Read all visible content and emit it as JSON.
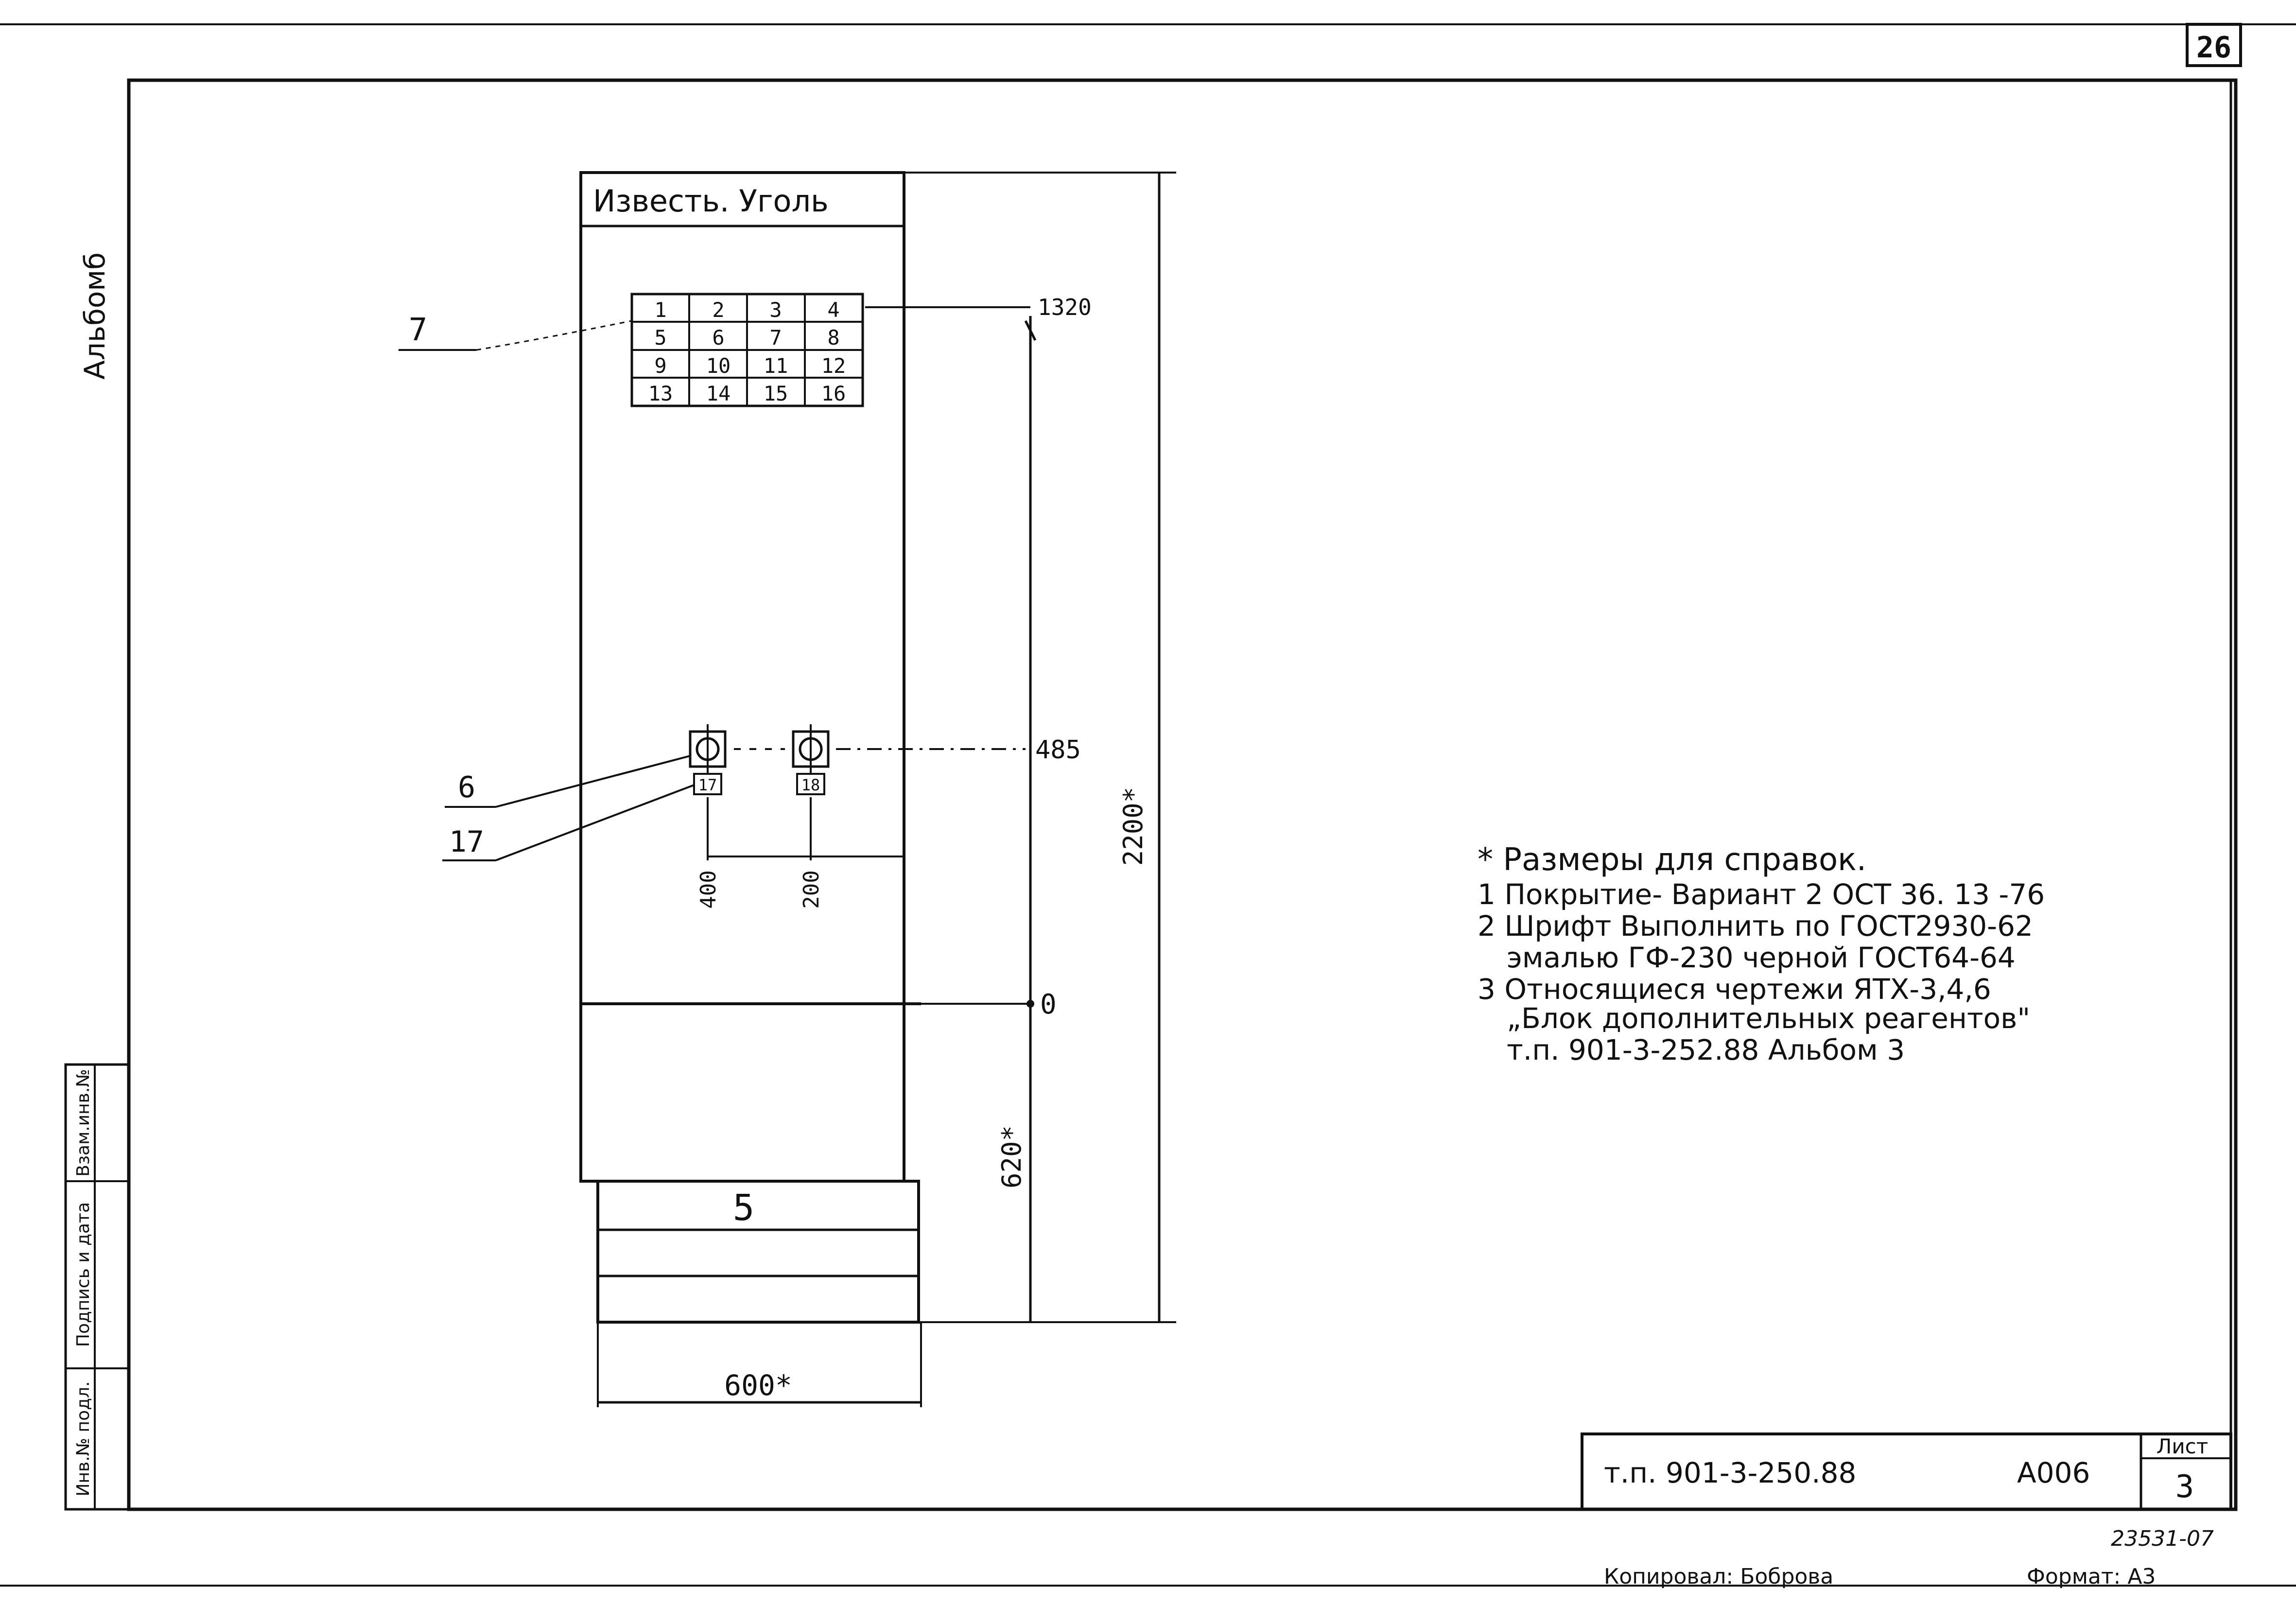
{
  "sheet_number": "26",
  "album_label": "Альбомб",
  "cabinet": {
    "title": "Известь. Уголь",
    "plinth_label": "5",
    "grid_cells": [
      "1",
      "2",
      "3",
      "4",
      "5",
      "6",
      "7",
      "8",
      "9",
      "10",
      "11",
      "12",
      "13",
      "14",
      "15",
      "16"
    ],
    "device_tags": [
      "17",
      "18"
    ]
  },
  "callouts": {
    "grid": "7",
    "device": "6",
    "tag": "17"
  },
  "dimensions": {
    "top_mark": "1320",
    "mid_mark": "485",
    "zero_mark": "0",
    "overall_height": "2200*",
    "base_height": "620*",
    "offset_left": "400",
    "offset_between": "200",
    "width": "600*"
  },
  "notes": [
    "* Размеры для справок.",
    "1 Покрытие- Вариант 2 ОСТ 36. 13 -76",
    "2 Шрифт Выполнить по ГОСТ2930-62",
    "эмалью ГФ-230 черной ГОСТ64-64",
    "3 Относящиеся чертежи ЯТХ-3,4,6",
    "„Блок дополнительных реагентов\"",
    "т.п. 901-3-252.88 Альбом 3"
  ],
  "side_stamp": [
    "Инв.№ подл.",
    "Подпись и дата",
    "Взам.инв.№"
  ],
  "title_block": {
    "project": "т.п. 901-3-250.88",
    "code": "А006",
    "sheet_label": "Лист",
    "sheet_value": "3"
  },
  "footer": {
    "archive_number": "23531-07",
    "copied_by": "Копировал: Боброва",
    "format": "Формат: А3"
  }
}
